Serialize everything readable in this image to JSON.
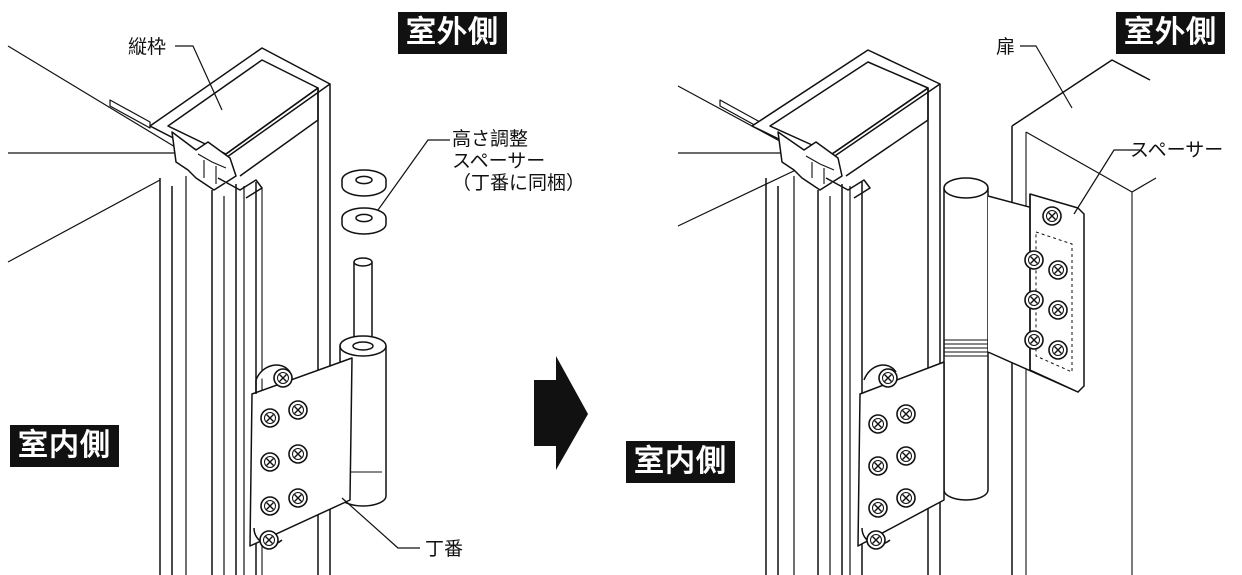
{
  "left": {
    "badge_outside": "室外側",
    "badge_inside": "室内側",
    "label_frame": "縦枠",
    "label_spacer_lines": [
      "高さ調整",
      "スペーサー",
      "（丁番に同梱）"
    ],
    "label_hinge": "丁番"
  },
  "right": {
    "badge_outside": "室外側",
    "badge_inside": "室内側",
    "label_door": "扉",
    "label_spacer": "スペーサー"
  },
  "colors": {
    "badge_bg": "#111111",
    "badge_text": "#ffffff",
    "line": "#111111"
  },
  "icons": [
    "arrow-right-icon"
  ]
}
